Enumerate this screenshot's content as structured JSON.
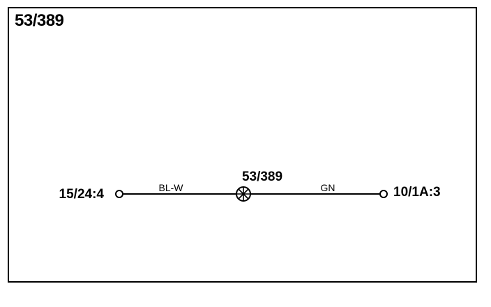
{
  "diagram": {
    "title": "53/389",
    "left_connector": "15/24:4",
    "right_connector": "10/1A:3",
    "splice_label": "53/389",
    "left_wire_color": "BL-W",
    "right_wire_color": "GN"
  }
}
